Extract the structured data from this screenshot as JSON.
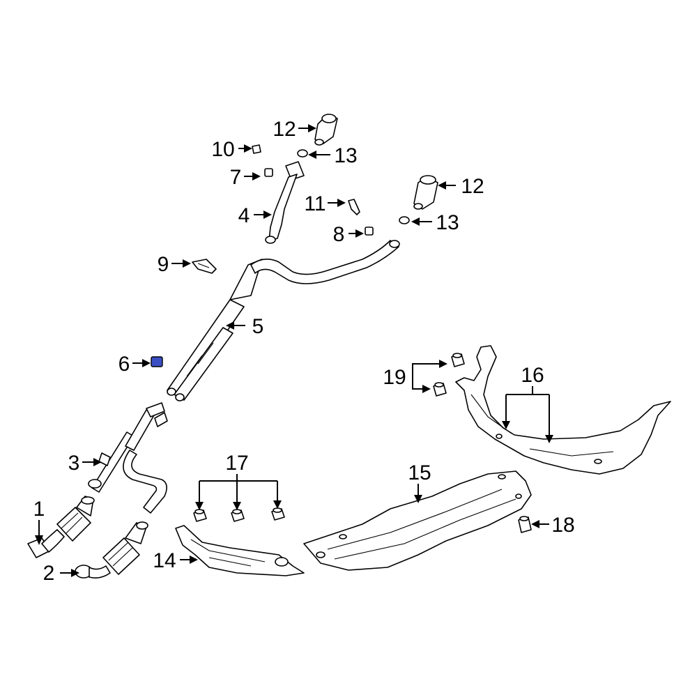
{
  "diagram": {
    "highlight_color": "#3b4fc4",
    "callouts": [
      {
        "id": "c1",
        "text": "1"
      },
      {
        "id": "c2",
        "text": "2"
      },
      {
        "id": "c3",
        "text": "3"
      },
      {
        "id": "c4",
        "text": "4"
      },
      {
        "id": "c5",
        "text": "5"
      },
      {
        "id": "c6",
        "text": "6"
      },
      {
        "id": "c7",
        "text": "7"
      },
      {
        "id": "c8",
        "text": "8"
      },
      {
        "id": "c9",
        "text": "9"
      },
      {
        "id": "c10",
        "text": "10"
      },
      {
        "id": "c11",
        "text": "11"
      },
      {
        "id": "c12a",
        "text": "12"
      },
      {
        "id": "c12b",
        "text": "12"
      },
      {
        "id": "c13a",
        "text": "13"
      },
      {
        "id": "c13b",
        "text": "13"
      },
      {
        "id": "c14",
        "text": "14"
      },
      {
        "id": "c15",
        "text": "15"
      },
      {
        "id": "c16",
        "text": "16"
      },
      {
        "id": "c17",
        "text": "17"
      },
      {
        "id": "c18",
        "text": "18"
      },
      {
        "id": "c19",
        "text": "19"
      }
    ]
  }
}
